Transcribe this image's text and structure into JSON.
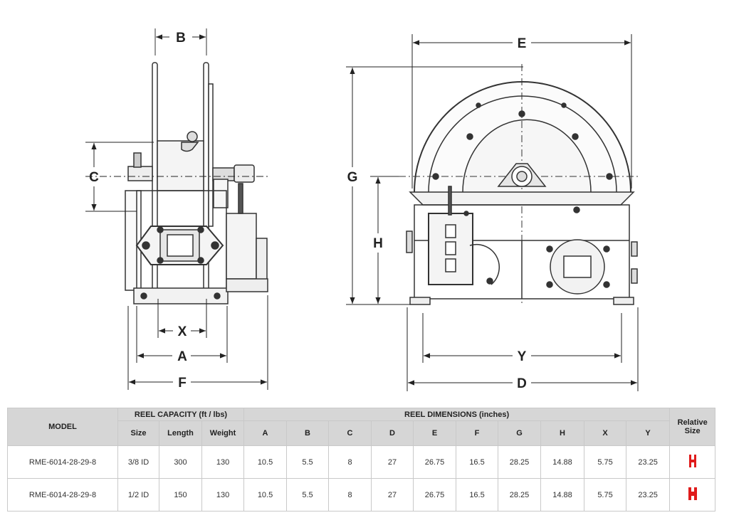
{
  "drawing": {
    "dimension_labels": {
      "A": "A",
      "B": "B",
      "C": "C",
      "D": "D",
      "E": "E",
      "F": "F",
      "G": "G",
      "H": "H",
      "X": "X",
      "Y": "Y"
    }
  },
  "table": {
    "header_model": "MODEL",
    "header_capacity": "REEL CAPACITY (ft / lbs)",
    "header_dimensions": "REEL DIMENSIONS (inches)",
    "header_relative": "Relative Size",
    "sub_headers": [
      "Size",
      "Length",
      "Weight",
      "A",
      "B",
      "C",
      "D",
      "E",
      "F",
      "G",
      "H",
      "X",
      "Y"
    ],
    "rows": [
      {
        "model": "RME-6014-28-29-8",
        "size": "3/8 ID",
        "length": "300",
        "weight": "130",
        "A": "10.5",
        "B": "5.5",
        "C": "8",
        "D": "27",
        "E": "26.75",
        "F": "16.5",
        "G": "28.25",
        "H": "14.88",
        "X": "5.75",
        "Y": "23.25",
        "relative_icon": "red-hose-icon"
      },
      {
        "model": "RME-6014-28-29-8",
        "size": "1/2 ID",
        "length": "150",
        "weight": "130",
        "A": "10.5",
        "B": "5.5",
        "C": "8",
        "D": "27",
        "E": "26.75",
        "F": "16.5",
        "G": "28.25",
        "H": "14.88",
        "X": "5.75",
        "Y": "23.25",
        "relative_icon": "red-hose-icon"
      }
    ],
    "colors": {
      "header_bg": "#d6d6d6",
      "icon_red": "#e01b1b"
    }
  }
}
